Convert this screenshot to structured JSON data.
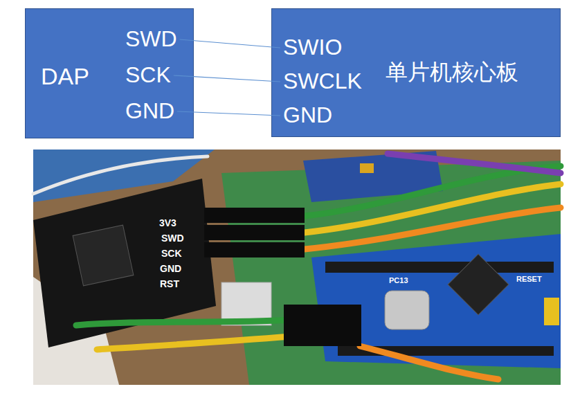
{
  "diagram": {
    "nodes": [
      {
        "text": [
          "DAP"
        ]
      },
      {
        "text": [
          "SWD"
        ],
        "in": 0
      },
      {
        "text": [
          "SCK"
        ],
        "in": 0
      },
      {
        "text": [
          "GND"
        ],
        "in": 0
      },
      {
        "text": [
          "单片机核心板"
        ]
      },
      {
        "text": [
          "SWIO"
        ],
        "in": 4
      },
      {
        "text": [
          "SWCLK"
        ],
        "in": 4
      },
      {
        "text": [
          "GND"
        ],
        "in": 4
      }
    ],
    "edges": [
      {
        "from": 1,
        "to": 5,
        "arrow": "none"
      },
      {
        "from": 2,
        "to": 6,
        "arrow": "none"
      },
      {
        "from": 3,
        "to": 7,
        "arrow": "none"
      }
    ],
    "labels": [
      "3V3",
      "SWD",
      "SCK",
      "GND",
      "RST",
      "PC13",
      "RESET"
    ]
  }
}
